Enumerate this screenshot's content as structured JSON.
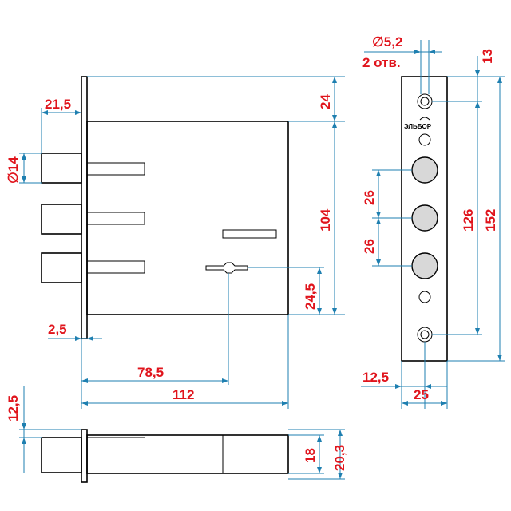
{
  "brand": "ЭЛЬБОР",
  "dimensions": {
    "hole_diameter": "∅5,2",
    "hole_count": "2 отв.",
    "bolt_diameter": "∅14",
    "bolt_projection": "21,5",
    "top_offset": "24",
    "body_height": "104",
    "key_offset": "24,5",
    "plate_thickness": "2,5",
    "backset": "78,5",
    "body_length": "112",
    "top_hole_offset": "13",
    "bolt_spacing_1": "26",
    "bolt_spacing_2": "26",
    "hole_spacing": "126",
    "plate_height": "152",
    "plate_half_width": "12,5",
    "plate_width": "25",
    "bottom_bolt_offset": "12,5",
    "body_depth": "18",
    "plate_depth": "20,3"
  }
}
